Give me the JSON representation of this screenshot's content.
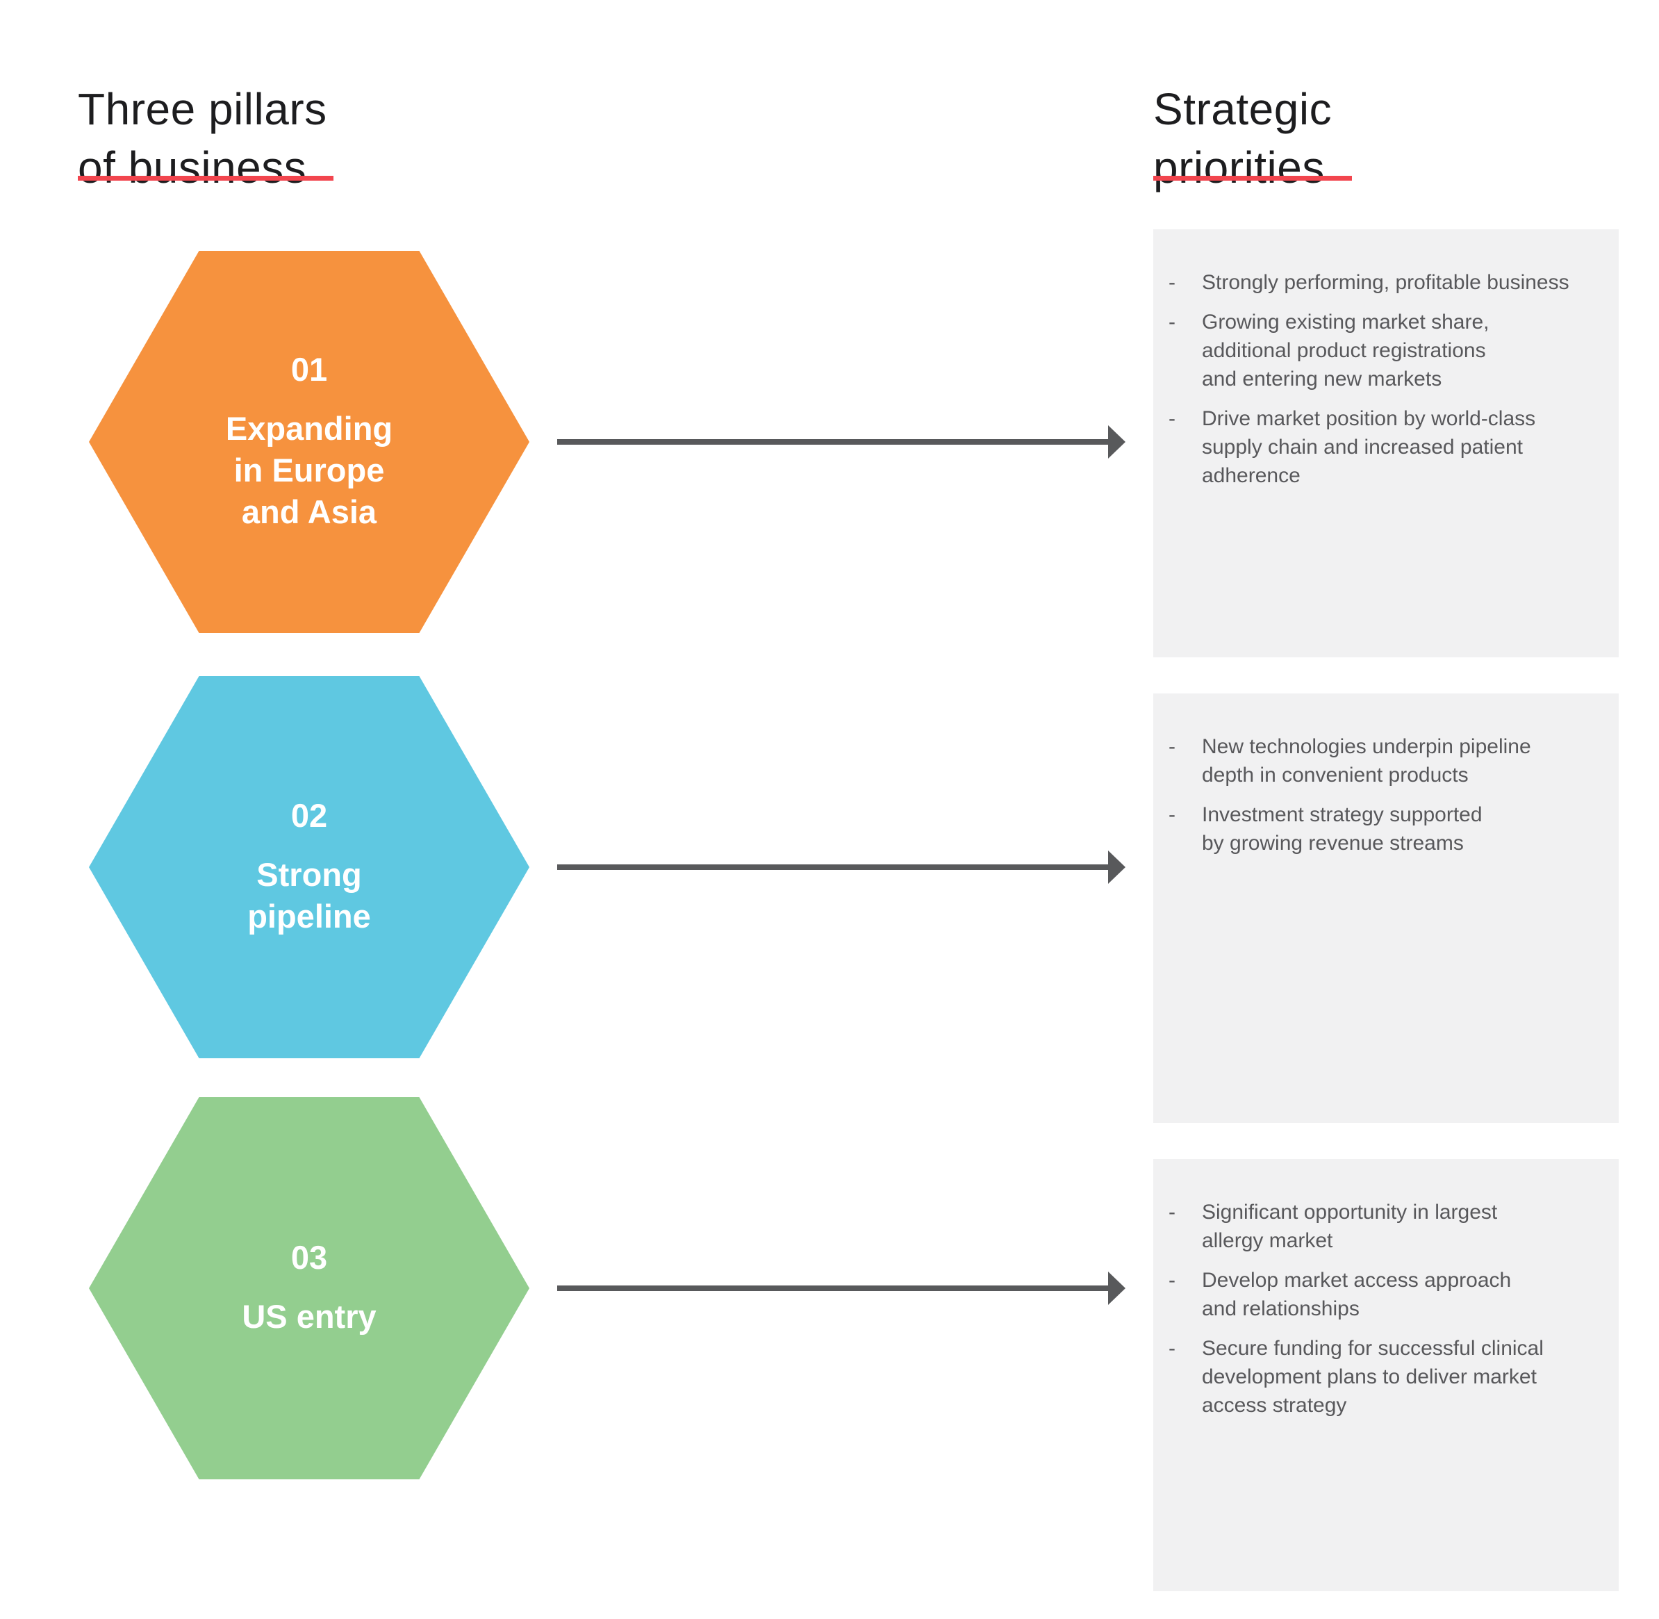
{
  "header": {
    "left_title": "Three pillars\nof business",
    "right_title": "Strategic\npriorities"
  },
  "bullet_marker": "-",
  "pillars": [
    {
      "number": "01",
      "label": "Expanding\nin Europe\nand Asia",
      "color": "#F6923E"
    },
    {
      "number": "02",
      "label": "Strong\npipeline",
      "color": "#5FC8E1"
    },
    {
      "number": "03",
      "label": "US entry",
      "color": "#93CE8F"
    }
  ],
  "priorities": [
    {
      "bullets": [
        "Strongly performing, profitable business",
        "Growing existing market share,\nadditional product registrations\nand entering new markets",
        "Drive market position by world-class\nsupply chain and increased patient\nadherence"
      ]
    },
    {
      "bullets": [
        "New technologies underpin pipeline\ndepth in convenient products",
        "Investment strategy supported\nby growing revenue streams"
      ]
    },
    {
      "bullets": [
        "Significant opportunity in largest\nallergy market",
        "Develop market access approach\nand relationships",
        "Secure funding for successful clinical\ndevelopment plans to deliver market\naccess strategy"
      ]
    }
  ],
  "colors": {
    "accent_underline": "#F2454E",
    "pillar_orange": "#F6923E",
    "pillar_blue": "#5FC8E1",
    "pillar_green": "#93CE8F",
    "panel_background": "#F1F1F2",
    "arrow": "#58595B",
    "body_text": "#58585B",
    "title_text": "#1D1D1F"
  }
}
